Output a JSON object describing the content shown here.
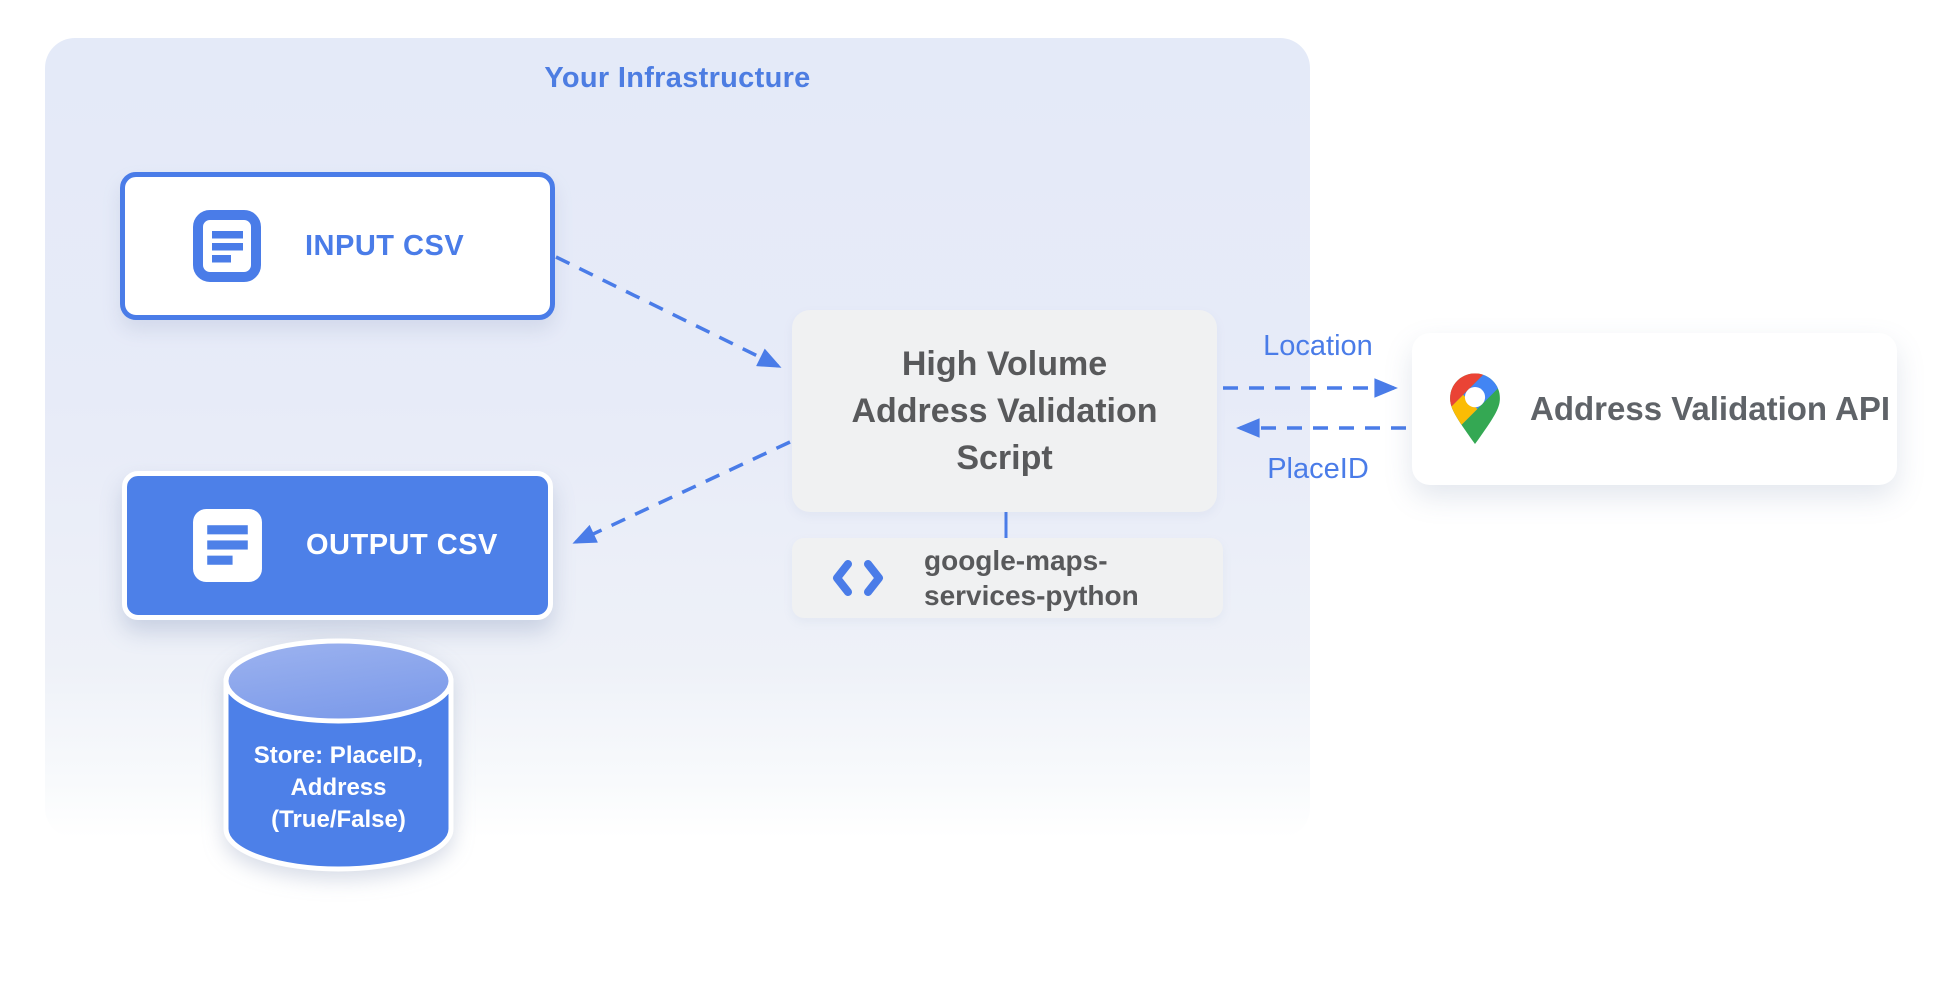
{
  "infrastructure": {
    "title": "Your Infrastructure"
  },
  "nodes": {
    "input_csv": {
      "label": "INPUT CSV"
    },
    "output_csv": {
      "label": "OUTPUT CSV"
    },
    "datastore": {
      "lines": [
        "Store: PlaceID,",
        "Address",
        "(True/False)"
      ]
    },
    "script": {
      "lines": [
        "High Volume",
        "Address Validation",
        "Script"
      ]
    },
    "library": {
      "lines": [
        "google-maps-",
        "services-python"
      ]
    },
    "api": {
      "label": "Address Validation API"
    }
  },
  "edges": {
    "input_to_script": {
      "from": "INPUT CSV",
      "to": "High Volume Address Validation Script",
      "label": ""
    },
    "script_to_output": {
      "from": "High Volume Address Validation Script",
      "to": "OUTPUT CSV",
      "label": ""
    },
    "script_to_api": {
      "from": "High Volume Address Validation Script",
      "to": "Address Validation API",
      "label": "Location"
    },
    "api_to_script": {
      "from": "Address Validation API",
      "to": "High Volume Address Validation Script",
      "label": "PlaceID"
    }
  },
  "colors": {
    "accent_blue": "#4a7ce8",
    "node_fill_blue": "#4d80e8",
    "panel_blue": "#e4eaf8",
    "box_gray": "#f0f1f2",
    "text_gray": "#58595b",
    "api_text_gray": "#5f6368",
    "maps_red": "#ea4335",
    "maps_blue": "#4285f4",
    "maps_yellow": "#fbbc04",
    "maps_green": "#34a853"
  }
}
